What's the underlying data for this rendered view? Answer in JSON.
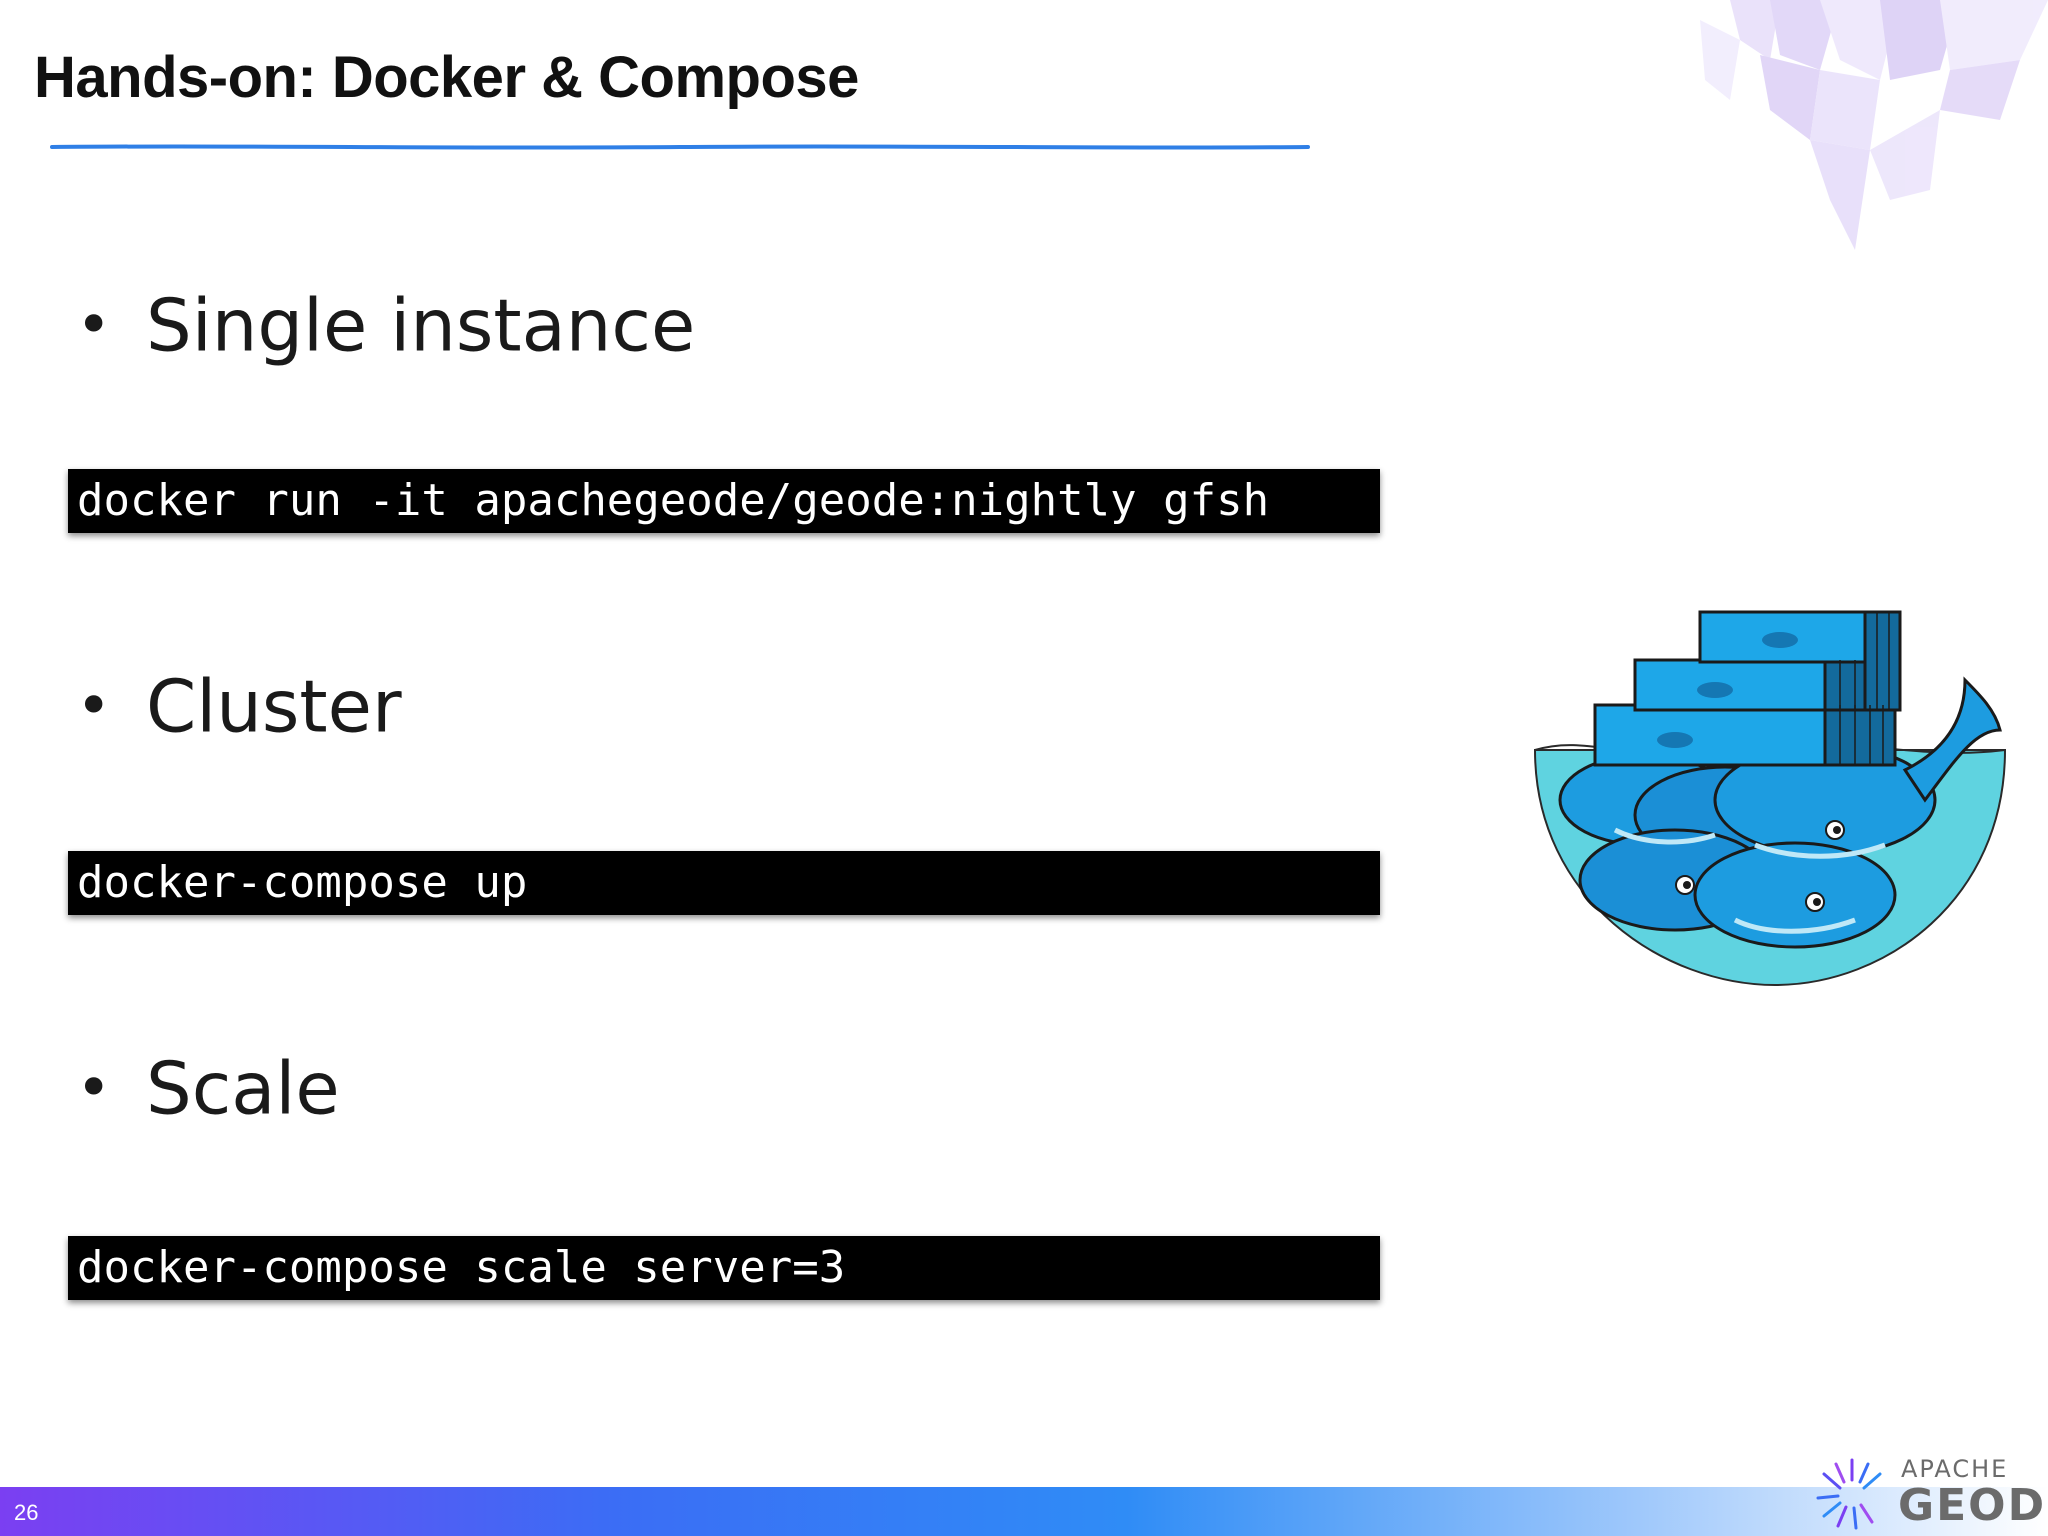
{
  "slide": {
    "title": "Hands-on: Docker & Compose",
    "page_number": "26"
  },
  "bullets": [
    {
      "label": "Single instance",
      "command": "docker run -it apachegeode/geode:nightly gfsh"
    },
    {
      "label": "Cluster",
      "command": "docker-compose up"
    },
    {
      "label": "Scale",
      "command": "docker-compose scale server=3"
    }
  ],
  "bullet_symbol": "•",
  "logo": {
    "line1": "APACHE",
    "line2": "GEODE"
  },
  "colors": {
    "title_rule": "#2f7fe6",
    "code_bg": "#000000",
    "code_text": "#ffffff",
    "footer_start": "#7b3ff2",
    "footer_mid": "#2f8cf6",
    "whale_blue": "#1d9ce0",
    "water": "#5fd3e0"
  }
}
